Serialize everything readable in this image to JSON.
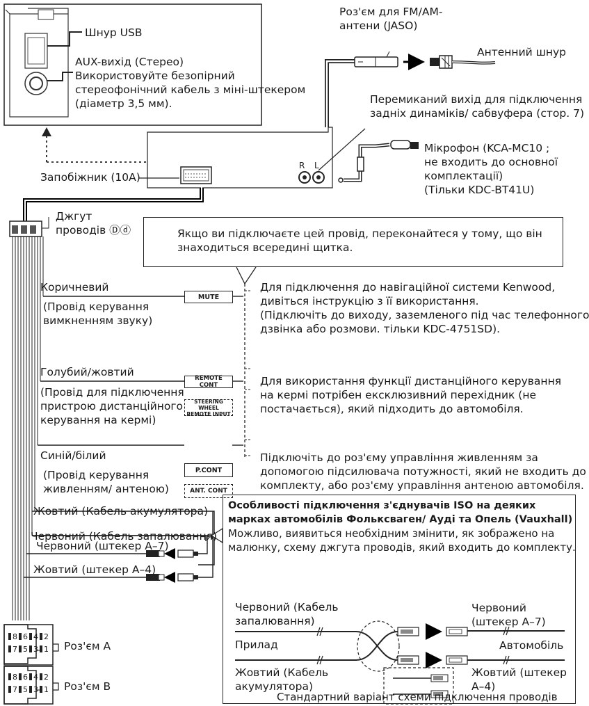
{
  "head_unit": {
    "usb_cable": "Шнур USB",
    "aux_title": "AUX-вихід (Стерео)",
    "aux_desc": [
      "Використовуйте безопірний",
      "стереофонічний кабель з міні-штекером",
      "(діаметр 3,5 мм)."
    ],
    "fuse": "Запобіжник (10A)",
    "rl_r": "R",
    "rl_l": "L"
  },
  "antenna": {
    "connector": [
      "Роз'єм для FM/AM-",
      "антени (JASO)"
    ],
    "cable": "Антенний шнур"
  },
  "preout": [
    "Перемиканий вихід для підключення",
    "задніх динаміків/ сабвуфера (стор. 7)"
  ],
  "microphone": [
    "Мікрофон (KCA-MC10 ;",
    "не входить до основної",
    "комплектації)",
    "(Тільки KDC-BT41U)"
  ],
  "harness": {
    "label_line1": "Джгут",
    "label_line2": "проводів Ⓓⓓ"
  },
  "callout": [
    "Якщо ви підключаєте цей провід, переконайтеся у тому, що він",
    "знаходиться всередині щитка."
  ],
  "wires": {
    "brown": {
      "name": "Коричневий",
      "desc": [
        "(Провід керування",
        "вимкненням звуку)"
      ],
      "tag": "MUTE",
      "note": [
        "Для підключення до навігаційної системи Kenwood,",
        "дивіться інструкцію з її використання.",
        "(Підключіть до виходу, заземленого під час телефонного",
        "дзвінка або розмови. тільки KDC-4751SD)."
      ]
    },
    "lightblue": {
      "name": "Голубий/жовтий",
      "desc": [
        "(Провід для підключення",
        "пристрою дистанційного",
        "керування на кермі)"
      ],
      "tag": "REMOTE CONT",
      "tag2": [
        "STEERING WHEEL",
        "REMOTE INPUT"
      ],
      "note": [
        "Для використання функції дистанційного керування",
        "на кермі потрібен ексклюзивний перехідник (не",
        "постачається), який підходить до автомобіля."
      ]
    },
    "bluewhite": {
      "name": "Синій/білий",
      "desc": [
        "(Провід керування",
        "живленням/ антеною)"
      ],
      "tag": "P.CONT",
      "tag2": "ANT. CONT",
      "note": [
        "Підключіть до роз'єму управління живленням за",
        "допомогою підсилювача потужності, який не входить до",
        "комплекту, або роз'єму управління антеною автомобіля."
      ]
    },
    "yellow": "Жовтий (Кабель акумулятора)",
    "red": "Червоний (Кабель запалювання)",
    "red_a7": "Червоний (штекер A–7)",
    "yellow_a4": "Жовтий (штекер A–4)"
  },
  "connectors": {
    "a": "Роз'єм A",
    "b": "Роз'єм B",
    "pins_top": [
      "8",
      "6",
      "4",
      "2"
    ],
    "pins_bottom": [
      "7",
      "5",
      "3",
      "1"
    ]
  },
  "iso_box": {
    "title": [
      "Особливості підключення з'єднувачів ISO на деяких",
      "марках автомобілів Фольксваген/ Ауді та Опель (Vauxhall)"
    ],
    "desc": [
      "Можливо, виявиться необхідним змінити, як зображено на",
      "малюнку, схему джгута проводів, який входить до комплекту."
    ],
    "left_top": [
      "Червоний (Кабель",
      "запалювання)"
    ],
    "device": "Прилад",
    "left_bottom": [
      "Жовтий (Кабель",
      "акумулятора)"
    ],
    "right_top": [
      "Червоний",
      "(штекер A–7)"
    ],
    "vehicle": "Автомобіль",
    "right_bottom": [
      "Жовтий (штекер",
      "A–4)"
    ],
    "standard": "Стандартний варіант схеми підключення проводів"
  }
}
